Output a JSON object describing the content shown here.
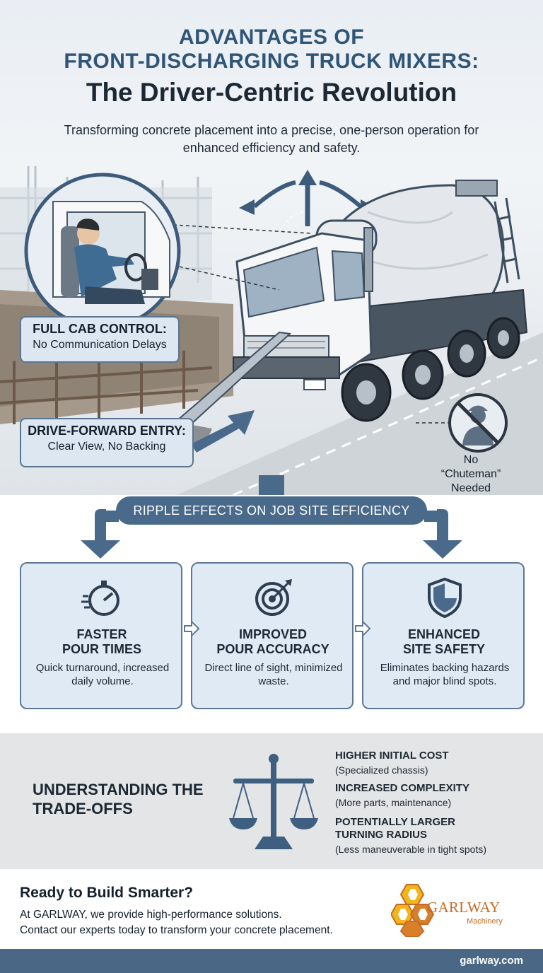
{
  "header": {
    "title_line1": "ADVANTAGES OF",
    "title_line2": "FRONT-DISCHARGING TRUCK MIXERS:",
    "title_line3": "The Driver-Centric Revolution",
    "subtitle": "Transforming concrete placement into a precise, one-person operation for enhanced efficiency and safety."
  },
  "hero": {
    "cab_callout": {
      "heading": "FULL CAB CONTROL:",
      "body": "No Communication Delays"
    },
    "drive_callout": {
      "heading": "DRIVE-FORWARD ENTRY:",
      "body": "Clear View, No Backing"
    },
    "no_chuteman": "No “Chuteman” Needed",
    "icons": [
      "driver-cab-illustration",
      "mixer-truck-illustration",
      "no-worker-icon",
      "swivel-arrows-icon"
    ]
  },
  "ripple": {
    "label": "RIPPLE EFFECTS ON JOB SITE EFFICIENCY"
  },
  "benefits": [
    {
      "icon": "stopwatch-icon",
      "title_line1": "FASTER",
      "title_line2": "POUR TIMES",
      "desc": "Quick turnaround, increased daily volume."
    },
    {
      "icon": "target-icon",
      "title_line1": "IMPROVED",
      "title_line2": "POUR ACCURACY",
      "desc": "Direct line of sight, minimized waste."
    },
    {
      "icon": "shield-icon",
      "title_line1": "ENHANCED",
      "title_line2": "SITE SAFETY",
      "desc": "Eliminates backing hazards and major blind spots."
    }
  ],
  "tradeoffs": {
    "title": "UNDERSTANDING THE TRADE-OFFS",
    "icon": "scales-icon",
    "items": [
      {
        "heading": "HIGHER INITIAL COST",
        "detail": "(Specialized chassis)"
      },
      {
        "heading": "INCREASED COMPLEXITY",
        "detail": "(More parts, maintenance)"
      },
      {
        "heading": "POTENTIALLY LARGER TURNING RADIUS",
        "detail": "(Less maneuverable in tight spots)"
      }
    ]
  },
  "cta": {
    "title": "Ready to Build Smarter?",
    "line1": "At GARLWAY, we provide high-performance solutions.",
    "line2": "Contact our experts today to transform your concrete placement."
  },
  "logo": {
    "name": "GARLWAY",
    "sub": "Machinery"
  },
  "footer": {
    "url": "garlway.com"
  },
  "colors": {
    "primary_blue": "#2f5577",
    "banner_blue": "#4a6a8c",
    "card_bg": "#e0eaf4",
    "logo_orange": "#c56c24",
    "logo_yellow": "#f2b51c"
  }
}
